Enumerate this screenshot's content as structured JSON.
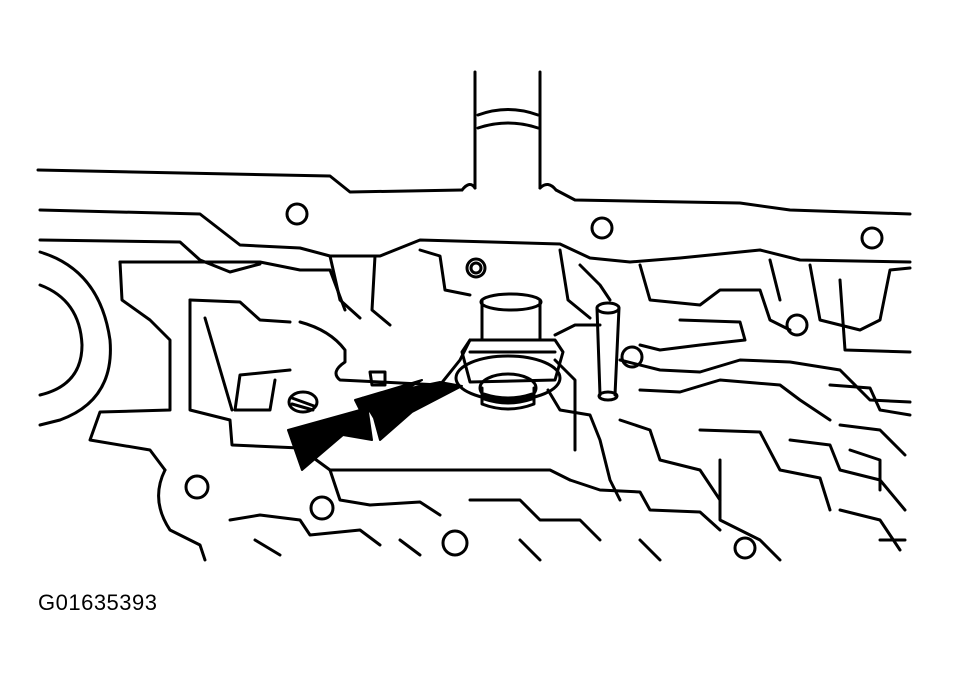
{
  "figure": {
    "id_label": "G01635393"
  },
  "colors": {
    "line": "#000000",
    "background": "#ffffff",
    "arrow": "#000000"
  },
  "callouts": {
    "arrow_count": 2,
    "target": "nut-on-valve-body"
  }
}
